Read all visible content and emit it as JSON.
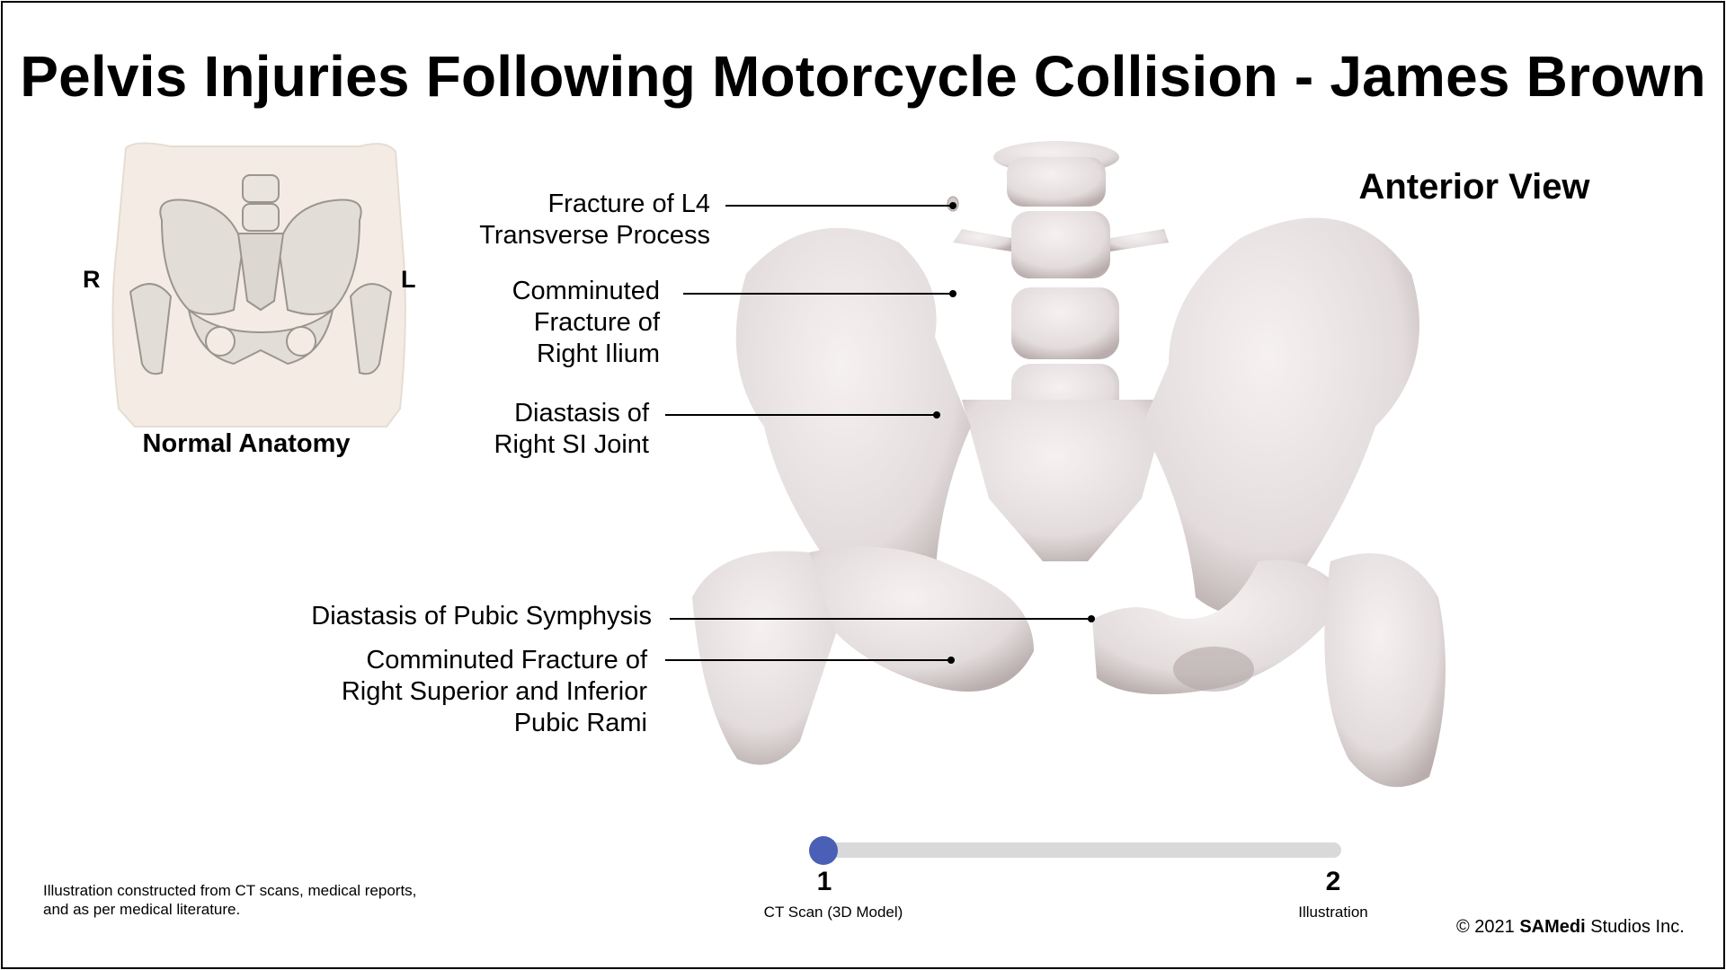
{
  "title": "Pelvis Injuries Following Motorcycle Collision - James Brown",
  "view_label": "Anterior View",
  "inset": {
    "right_label": "R",
    "left_label": "L",
    "caption": "Normal Anatomy"
  },
  "callouts": [
    {
      "lines": [
        "Fracture of L4",
        "Transverse Process"
      ]
    },
    {
      "lines": [
        "Comminuted",
        "Fracture of",
        "Right Ilium"
      ]
    },
    {
      "lines": [
        "Diastasis of",
        "Right SI Joint"
      ]
    },
    {
      "lines": [
        "Diastasis of Pubic Symphysis"
      ]
    },
    {
      "lines": [
        "Comminuted Fracture of",
        "Right Superior and Inferior",
        "Pubic Rami"
      ]
    }
  ],
  "slider": {
    "current_step": 1,
    "steps": [
      {
        "number": "1",
        "caption": "CT Scan (3D Model)"
      },
      {
        "number": "2",
        "caption": "Illustration"
      }
    ],
    "accent": "#4a5fb6",
    "track": "#d9d9d9"
  },
  "footnote": "Illustration constructed from CT scans, medical reports, and as per medical literature.",
  "copyright": {
    "prefix": "© 2021 ",
    "brand": "SAMedi",
    "suffix": " Studios Inc."
  },
  "colors": {
    "bone": "#ebe5e5",
    "bone_shadow": "#c9bebe",
    "skin": "#f5ede6"
  }
}
